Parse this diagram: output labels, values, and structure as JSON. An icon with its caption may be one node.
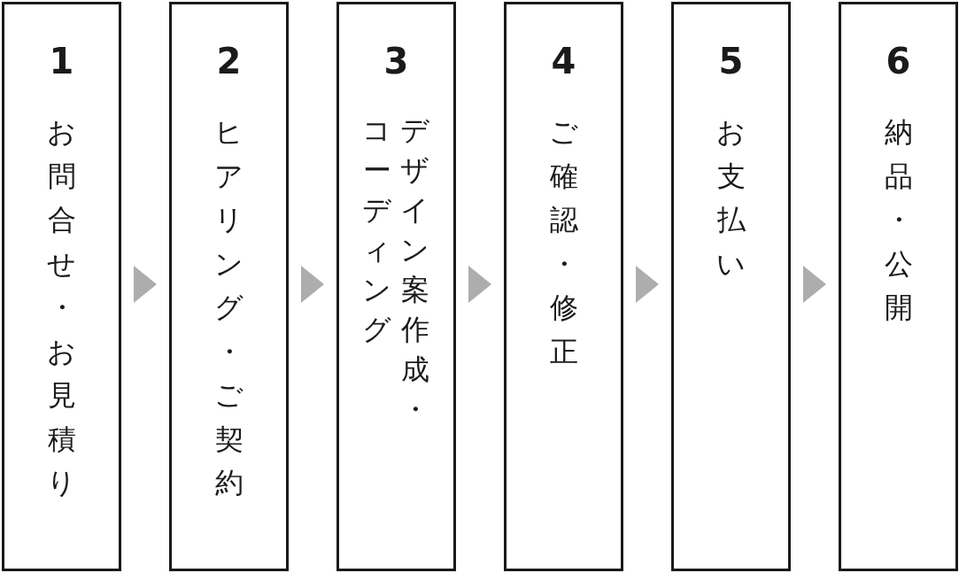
{
  "diagram": {
    "nodes": [
      {
        "text": [
          "1",
          "お問合せ・お見積り"
        ]
      },
      {
        "text": [
          "2",
          "ヒアリング・ご契約"
        ]
      },
      {
        "text": [
          "3",
          "デザイン案作成・コーディング"
        ]
      },
      {
        "text": [
          "4",
          "ご確認・修正"
        ]
      },
      {
        "text": [
          "5",
          "お支払い"
        ]
      },
      {
        "text": [
          "6",
          "納品・公開"
        ]
      }
    ],
    "edges": [
      {
        "from": 0,
        "to": 1,
        "arrow": "to"
      },
      {
        "from": 1,
        "to": 2,
        "arrow": "to"
      },
      {
        "from": 2,
        "to": 3,
        "arrow": "to"
      },
      {
        "from": 3,
        "to": 4,
        "arrow": "to"
      },
      {
        "from": 4,
        "to": 5,
        "arrow": "to"
      }
    ]
  }
}
